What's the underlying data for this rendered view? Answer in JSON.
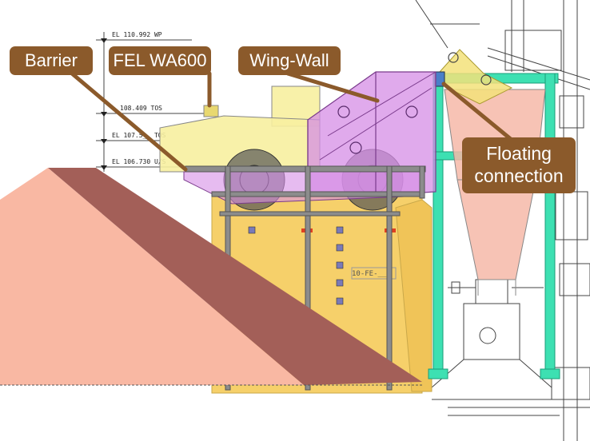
{
  "callouts": {
    "barrier": "Barrier",
    "fel": "FEL WA600",
    "wing_wall": "Wing-Wall",
    "floating_1": "Floating",
    "floating_2": "connection"
  },
  "elevations": {
    "wp": "EL 110.992 WP",
    "tos1": "108.409 TOS",
    "tos2": "EL 107.5__ TOS",
    "us": "EL 106.730 U/S"
  },
  "equipment_tag": "10-FE-__",
  "colors": {
    "callout": "#8b5a2b",
    "stockpile_light": "#f9b8a3",
    "stockpile_dark": "#a35f58",
    "loader": "#f7f0a0",
    "wing_wall": "#d68ee6",
    "hopper_bin": "#f6d06a",
    "steel_frame": "#8c8c8c",
    "structure": "#3de0b2"
  }
}
